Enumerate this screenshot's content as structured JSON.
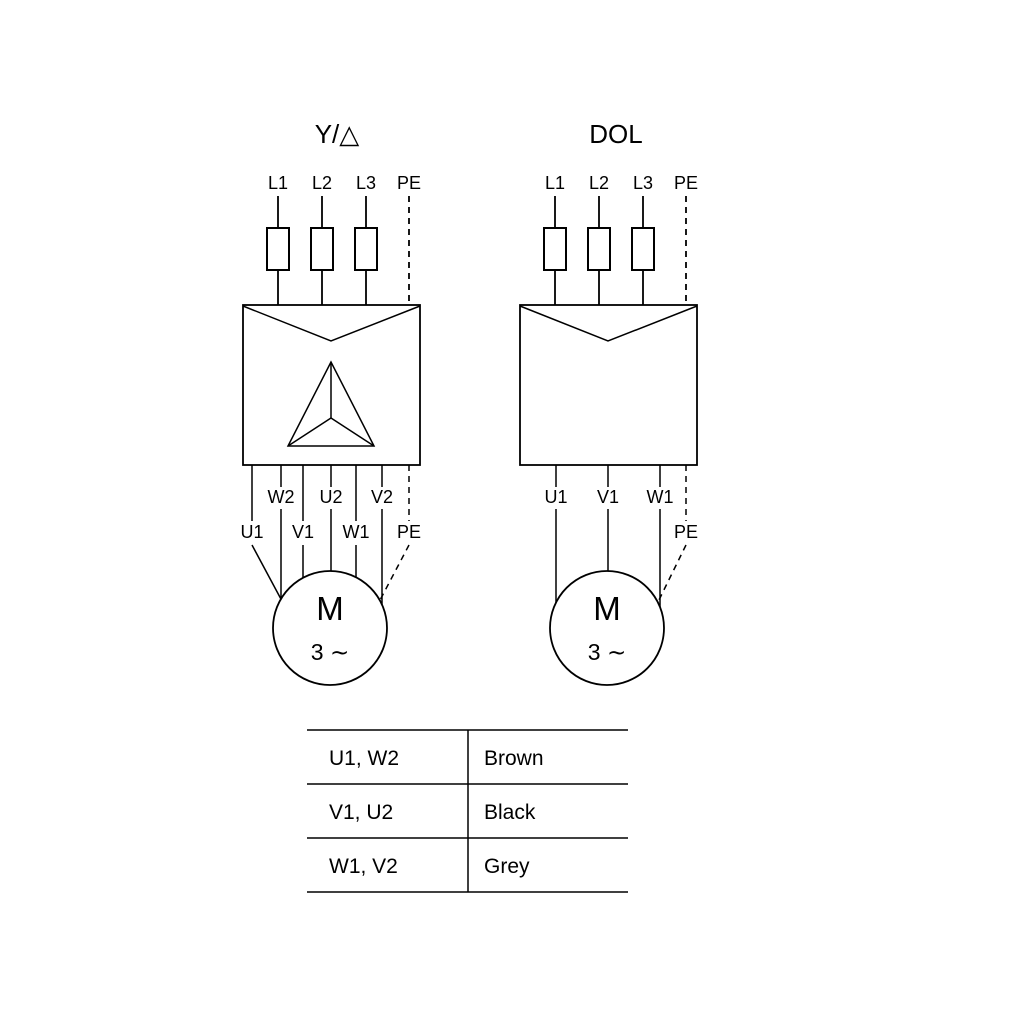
{
  "page": {
    "background": "#ffffff",
    "line_color": "#000000"
  },
  "star_delta": {
    "title": "Y/△",
    "supply": [
      "L1",
      "L2",
      "L3",
      "PE"
    ],
    "terminals_upper": [
      "W2",
      "U2",
      "V2"
    ],
    "terminals_lower": [
      "U1",
      "V1",
      "W1",
      "PE"
    ],
    "motor": {
      "label": "M",
      "phase": "3 ∼"
    }
  },
  "dol": {
    "title": "DOL",
    "supply": [
      "L1",
      "L2",
      "L3",
      "PE"
    ],
    "terminals": [
      "U1",
      "V1",
      "W1"
    ],
    "pe_label": "PE",
    "motor": {
      "label": "M",
      "phase": "3 ∼"
    }
  },
  "wire_table": {
    "rows": [
      {
        "terminals": "U1, W2",
        "color": "Brown"
      },
      {
        "terminals": "V1, U2",
        "color": "Black"
      },
      {
        "terminals": "W1, V2",
        "color": "Grey"
      }
    ]
  }
}
